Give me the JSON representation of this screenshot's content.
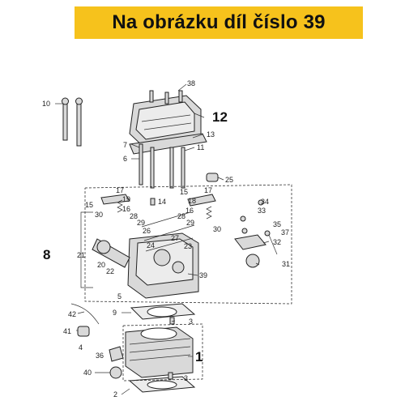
{
  "banner": {
    "text": "Na obrázku díl číslo 39"
  },
  "colors": {
    "banner_bg": "#f6c21c",
    "line": "#222222",
    "part_fill": "#d9d9d9"
  },
  "callouts": [
    "1",
    "2",
    "3",
    "4",
    "5",
    "6",
    "7",
    "8",
    "9",
    "10",
    "11",
    "12",
    "13",
    "14",
    "15",
    "16",
    "17",
    "18",
    "19",
    "20",
    "21",
    "22",
    "23",
    "24",
    "25",
    "26",
    "27",
    "28",
    "29",
    "30",
    "31",
    "32",
    "33",
    "34",
    "35",
    "36",
    "37",
    "38",
    "39",
    "40",
    "41",
    "42"
  ],
  "labels": {
    "n1": "1",
    "n2": "2",
    "n3a": "3",
    "n3b": "3",
    "n4": "4",
    "n5": "5",
    "n6": "6",
    "n7": "7",
    "n8": "8",
    "n9": "9",
    "n10": "10",
    "n11": "11",
    "n12": "12",
    "n13": "13",
    "n14": "14",
    "n15a": "15",
    "n15b": "15",
    "n16a": "16",
    "n16b": "16",
    "n17a": "17",
    "n17b": "17",
    "n18": "18",
    "n19": "19",
    "n20": "20",
    "n21": "21",
    "n22": "22",
    "n23": "23",
    "n24": "24",
    "n25": "25",
    "n26": "26",
    "n27": "27",
    "n28a": "28",
    "n28b": "28",
    "n29a": "29",
    "n29b": "29",
    "n30a": "30",
    "n30b": "30",
    "n31": "31",
    "n32": "32",
    "n33": "33",
    "n34": "34",
    "n35": "35",
    "n36": "36",
    "n37": "37",
    "n38": "38",
    "n39": "39",
    "n40": "40",
    "n41": "41",
    "n42": "42"
  }
}
